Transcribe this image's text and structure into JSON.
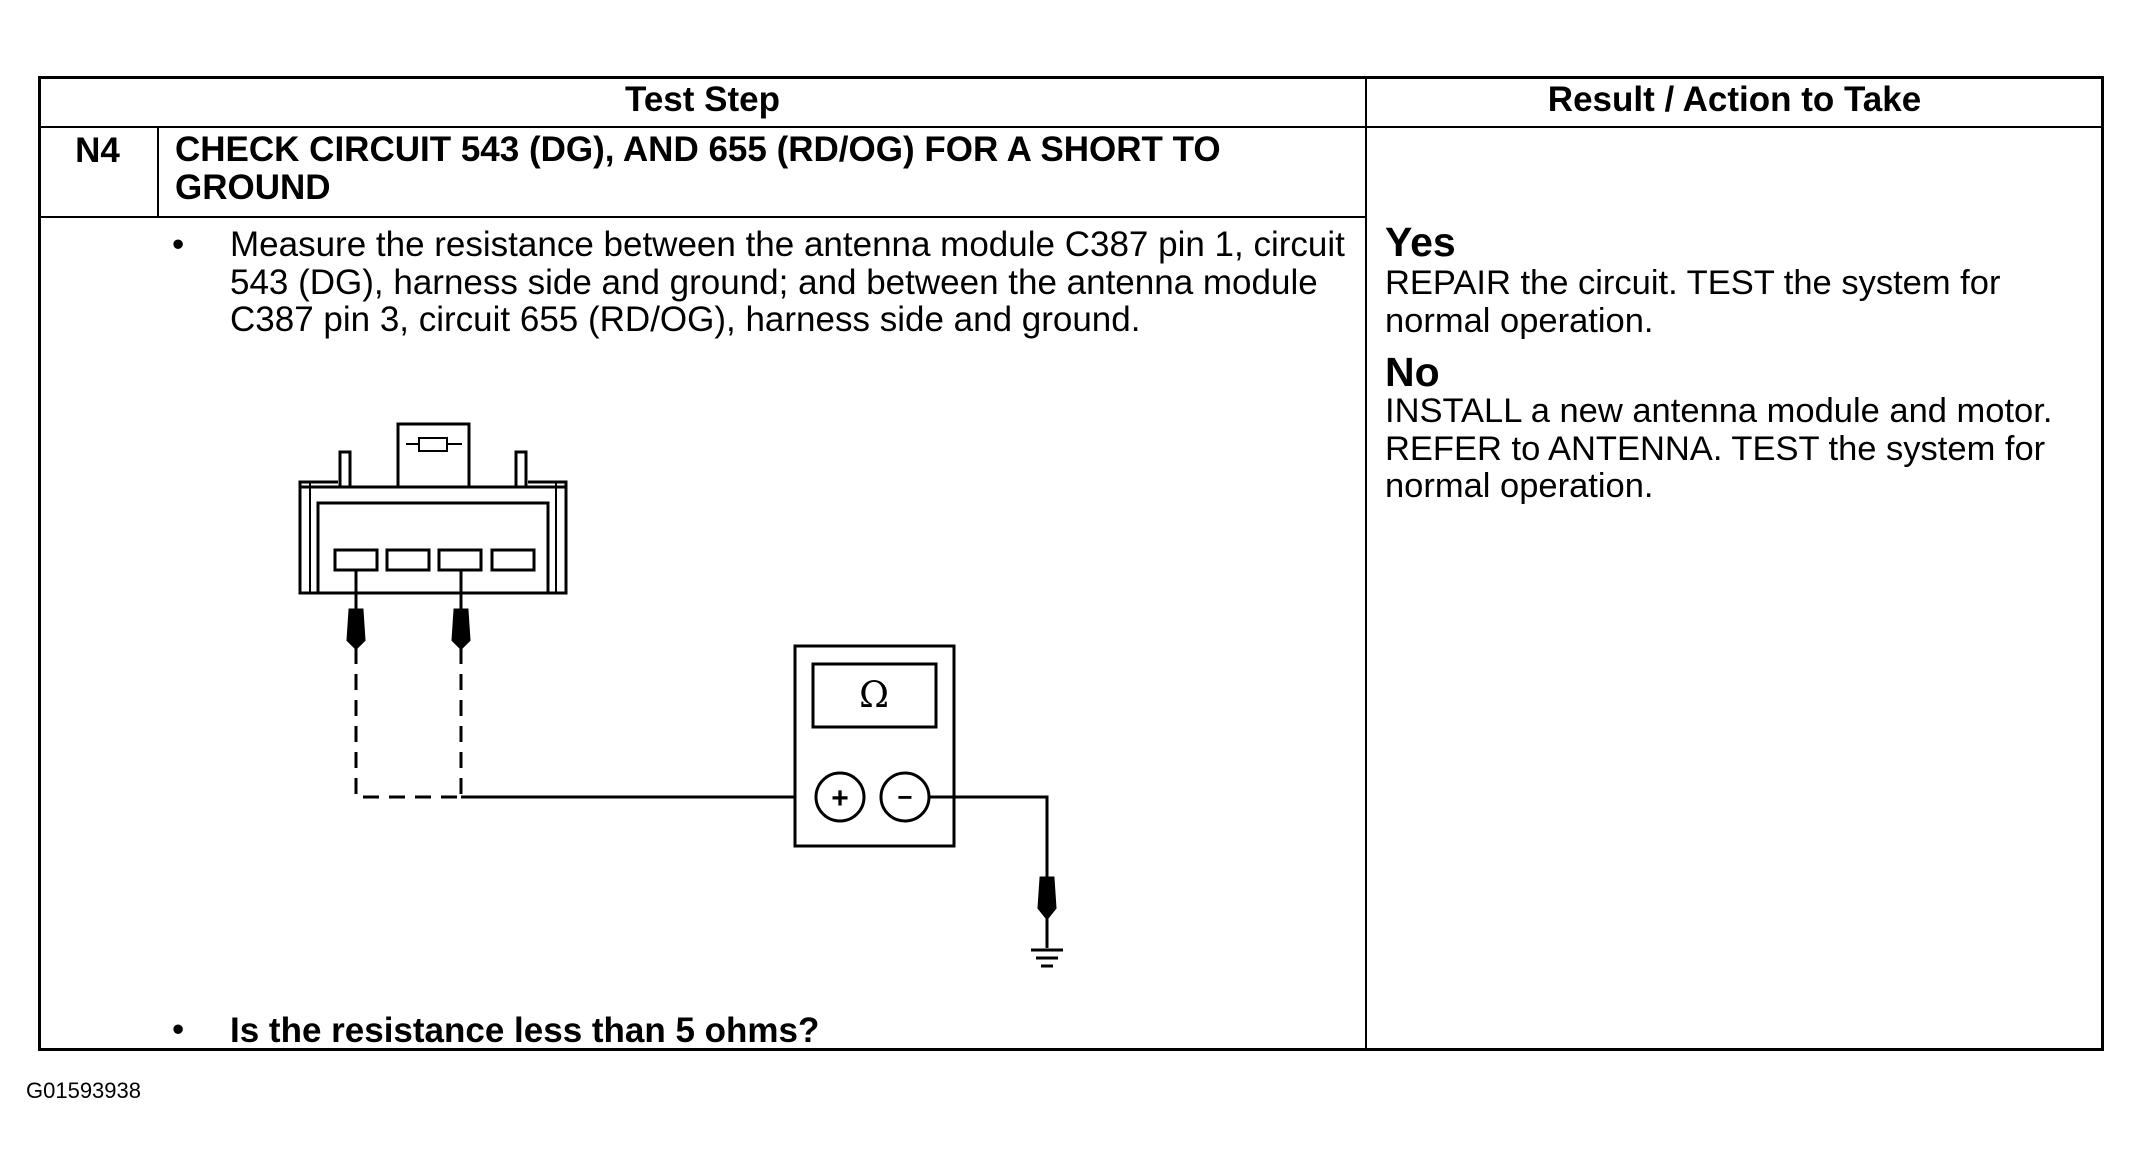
{
  "table": {
    "header_test_step": "Test Step",
    "header_result": "Result / Action to Take",
    "step_id": "N4",
    "step_title": "CHECK CIRCUIT 543 (DG), AND 655 (RD/OG) FOR A SHORT TO GROUND",
    "bullet_char": "•",
    "instruction": "Measure the resistance between the antenna module C387 pin 1, circuit 543 (DG), harness side and ground; and between the antenna module C387 pin 3, circuit 655 (RD/OG), harness side and ground.",
    "question": "Is the resistance less than 5 ohms?"
  },
  "results": {
    "yes_label": "Yes",
    "yes_text": "REPAIR the circuit. TEST the system for normal operation.",
    "no_label": "No",
    "no_text": "INSTALL a new antenna module and motor. REFER to ANTENNA. TEST the system for normal operation."
  },
  "diagram": {
    "meter_symbol": "Ω",
    "plus_symbol": "+",
    "minus_symbol": "−"
  },
  "footer": {
    "figure_id": "G01593938"
  }
}
